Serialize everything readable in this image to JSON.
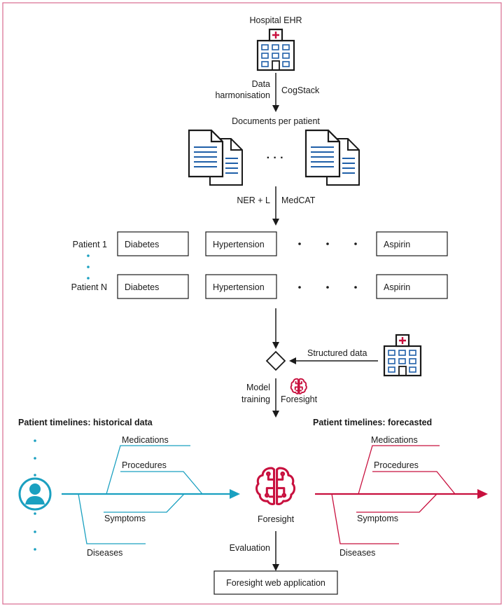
{
  "top": {
    "hospital_label": "Hospital EHR",
    "harmonisation_line1": "Data",
    "harmonisation_line2": "harmonisation",
    "cogstack": "CogStack",
    "documents_label": "Documents per patient",
    "ellipsis": "·  ·  ·"
  },
  "ner": {
    "left": "NER + L",
    "right": "MedCAT"
  },
  "patients": [
    {
      "name": "Patient 1",
      "concepts": [
        "Diabetes",
        "Hypertension",
        "Aspirin"
      ]
    },
    {
      "name": "Patient N",
      "concepts": [
        "Diabetes",
        "Hypertension",
        "Aspirin"
      ]
    }
  ],
  "merge": {
    "structured": "Structured data"
  },
  "training": {
    "line1": "Model",
    "line2": "training",
    "foresight": "Foresight"
  },
  "historical": {
    "title": "Patient timelines: historical data",
    "medications": "Medications",
    "procedures": "Procedures",
    "symptoms": "Symptoms",
    "diseases": "Diseases"
  },
  "forecasted": {
    "title": "Patient timelines: forecasted",
    "medications": "Medications",
    "procedures": "Procedures",
    "symptoms": "Symptoms",
    "diseases": "Diseases"
  },
  "center": {
    "foresight": "Foresight",
    "evaluation": "Evaluation",
    "web_app": "Foresight web application"
  },
  "colors": {
    "frame": "#d86a90",
    "teal": "#1aa0c0",
    "crimson": "#c8103e",
    "doc_blue": "#1f5fa8",
    "ink": "#1a1a1a"
  },
  "icons": [
    "hospital-icon",
    "document-icon",
    "diamond-icon",
    "brain-icon",
    "user-icon",
    "arrow-icon"
  ]
}
